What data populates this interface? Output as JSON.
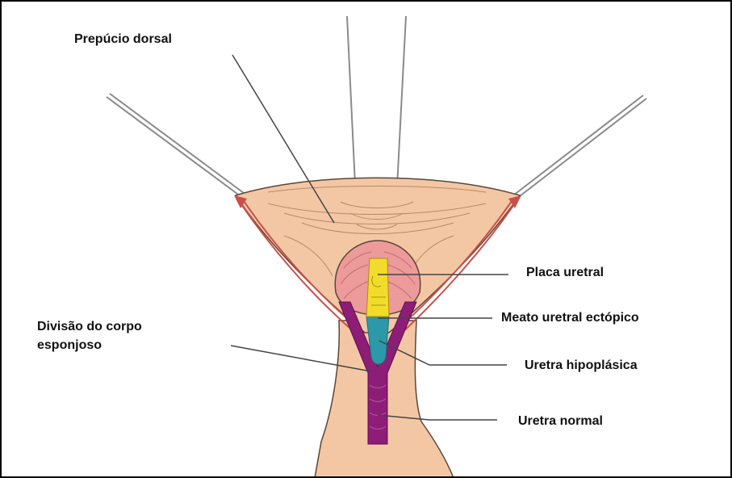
{
  "labels": {
    "prepucio_dorsal": "Prepúcio dorsal",
    "placa_uretral": "Placa uretral",
    "meato": "Meato uretral ectópico",
    "divisao_line1": "Divisão do corpo",
    "divisao_line2": "esponjoso",
    "uretra_hipoplasica": "Uretra hipoplásica",
    "uretra_normal": "Uretra normal"
  },
  "colors": {
    "skin": "#f4c7a4",
    "skin_outline": "#5a4636",
    "glans": "#ec9a9a",
    "urethral_plate": "#f2dc2a",
    "hypoplastic_urethra": "#2b99a8",
    "spongy_body": "#8e1d77",
    "suture": "#c9504a",
    "leader_line": "#444444"
  }
}
